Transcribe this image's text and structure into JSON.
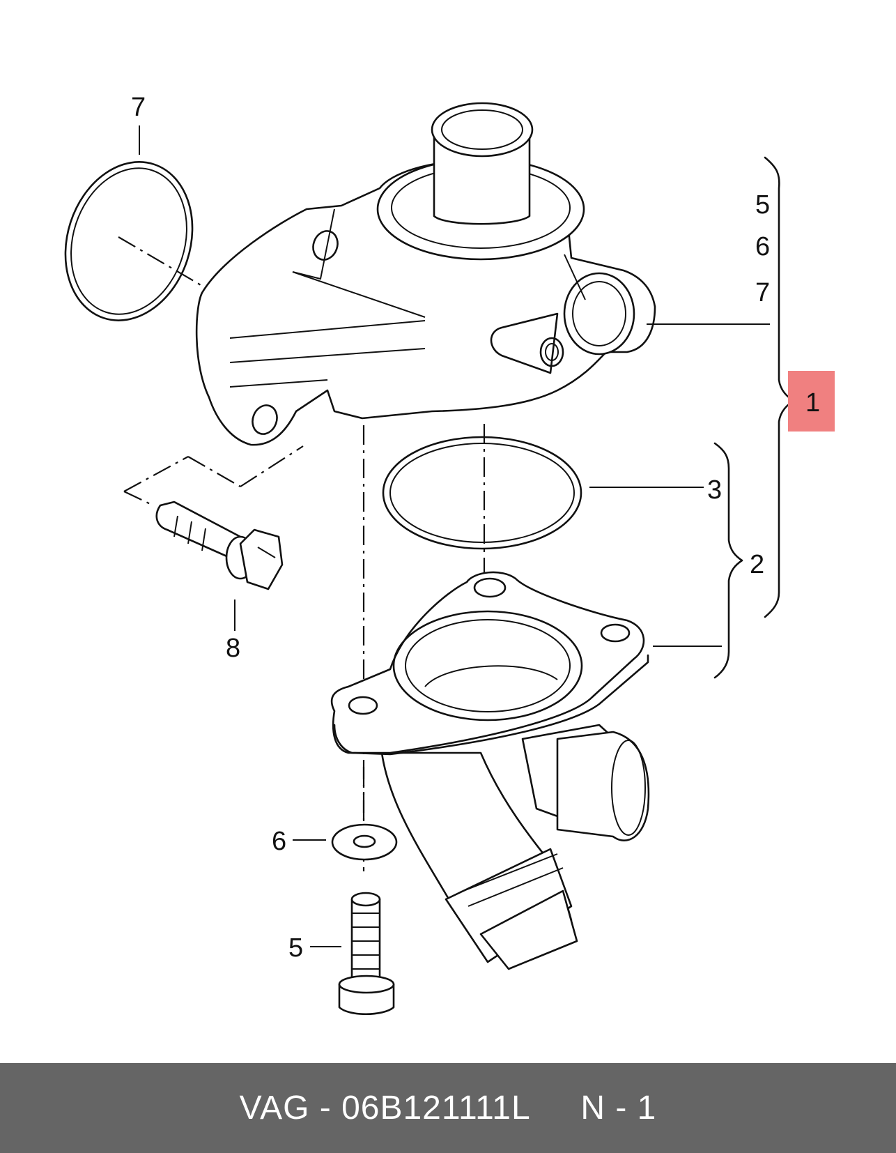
{
  "callouts": {
    "c7_top": "7",
    "c5_bracket": "5",
    "c6_bracket": "6",
    "c7_bracket": "7",
    "c1": "1",
    "c3": "3",
    "c2": "2",
    "c8": "8",
    "c6_bottom": "6",
    "c5_bottom": "5"
  },
  "highlight_color": "#f08080",
  "footer": {
    "brand": "VAG",
    "separator": " - ",
    "part_number": "06B121111L",
    "gap": "     ",
    "suffix": "N - 1"
  }
}
